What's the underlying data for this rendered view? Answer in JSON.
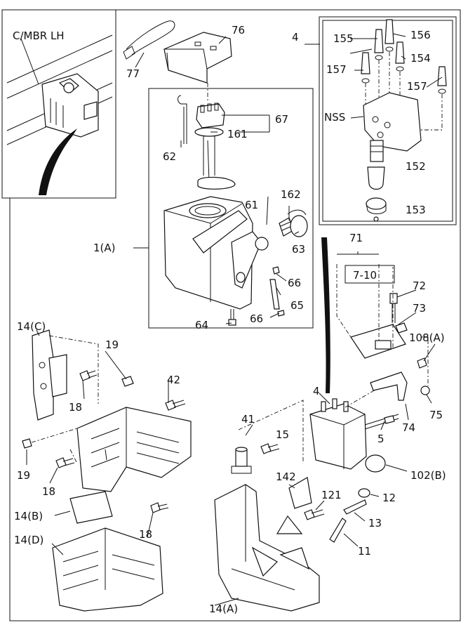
{
  "labels": {
    "c_mbr_lh": "C/MBR LH",
    "l76": "76",
    "l77": "77",
    "l4_top": "4",
    "l155": "155",
    "l156": "156",
    "l154": "154",
    "l157_left": "157",
    "l157_right": "157",
    "nss": "NSS",
    "l152": "152",
    "l153": "153",
    "l67": "67",
    "l161": "161",
    "l62": "62",
    "l1a": "1(A)",
    "l162": "162",
    "l61": "61",
    "l63": "63",
    "l66_upper": "66",
    "l65": "65",
    "l66_lower": "66",
    "l64": "64",
    "l71": "71",
    "l7_10": "7-10",
    "l72": "72",
    "l73": "73",
    "l108a": "108(A)",
    "l75": "75",
    "l74": "74",
    "l5": "5",
    "l102b": "102(B)",
    "l4_mid": "4",
    "l14c": "14(C)",
    "l19_top": "19",
    "l18_top": "18",
    "l42": "42",
    "l41": "41",
    "l15": "15",
    "l142": "142",
    "l121": "121",
    "l12": "12",
    "l13": "13",
    "l11": "11",
    "l19_left": "19",
    "l18_mid": "18",
    "l14b": "14(B)",
    "l18_low": "18",
    "l14d": "14(D)",
    "l14a": "14(A)"
  }
}
